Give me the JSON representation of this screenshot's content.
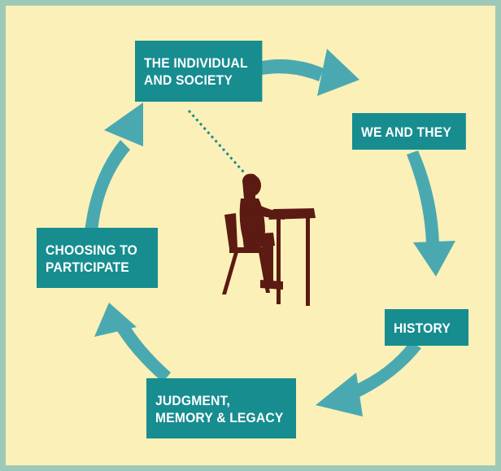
{
  "diagram": {
    "stages": [
      {
        "id": "individual-society",
        "label": "THE INDIVIDUAL\nAND SOCIETY"
      },
      {
        "id": "we-and-they",
        "label": "WE AND THEY"
      },
      {
        "id": "history",
        "label": "HISTORY"
      },
      {
        "id": "judgment-memory-legacy",
        "label": "JUDGMENT,\nMEMORY & LEGACY"
      },
      {
        "id": "choosing-to-participate",
        "label": "CHOOSING TO\nPARTICIPATE"
      }
    ],
    "center_figure": "student-at-desk-icon",
    "colors": {
      "page_border": "#9fc9b7",
      "background": "#fbf0b8",
      "box": "#178d90",
      "arrow": "#4aa9b0",
      "figure": "#5b1a12",
      "box_text": "#ffffff"
    }
  }
}
